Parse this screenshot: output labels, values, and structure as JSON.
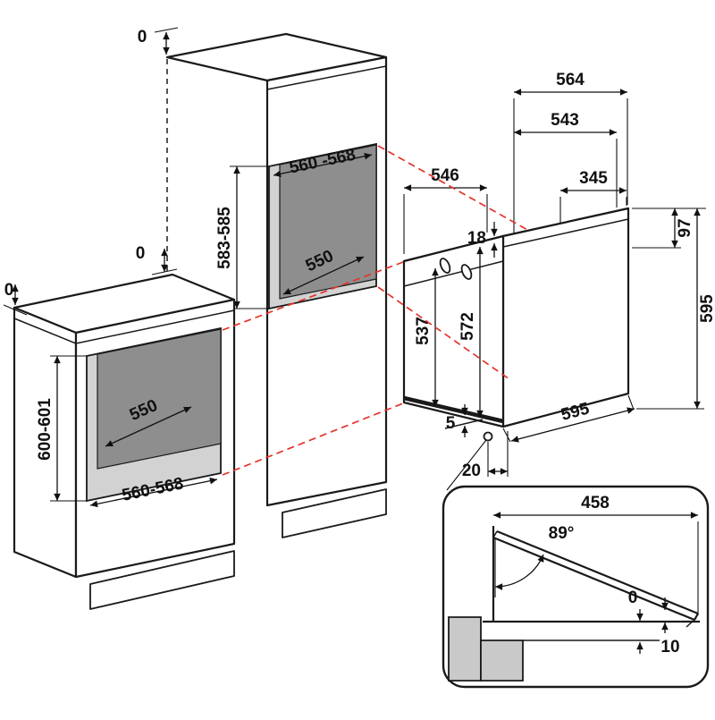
{
  "diagram": {
    "description": "Built-in oven installation drawing with cabinet niche dimensions (mm)",
    "colors": {
      "outline": "#1a1a1a",
      "projection": "#e5332a",
      "niche_back_panel": "#8e8e8e",
      "niche_interior": "#d2d2d2",
      "section_gray": "#c9c9c9"
    },
    "tall_cabinet": {
      "top_clearance": "0",
      "mid_clearance": "0",
      "niche_width": "560 -568",
      "niche_height": "583-585",
      "niche_depth": "550"
    },
    "base_cabinet": {
      "wall_clearance": "0",
      "niche_depth": "550",
      "niche_width": "560-568",
      "niche_height": "600-601"
    },
    "oven": {
      "depth_overall": "564",
      "depth_body": "543",
      "depth_top": "546",
      "top_rear_recess": "345",
      "top_step": "18",
      "rear_height": "97",
      "height_overall": "595",
      "front_height_inner": "537",
      "front_height": "572",
      "base_gap": "5",
      "width": "595",
      "cable_offset": "20"
    },
    "door_detail": {
      "open_depth": "458",
      "open_angle": "89°",
      "flush_gap": "0",
      "floor_clearance": "10"
    }
  }
}
